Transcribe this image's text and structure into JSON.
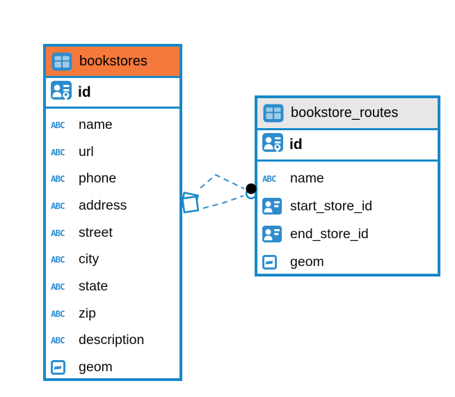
{
  "colors": {
    "table_border": "#1789ca",
    "accent_blue": "#2e8ccd",
    "bookstores_header": "#f5793b",
    "routes_header": "#e7e7e7",
    "relation_line": "#2f8fd1",
    "text": "#000000"
  },
  "icons": {
    "text_type_label": "ABC"
  },
  "tables": [
    {
      "title": "bookstores",
      "primary_key": "id",
      "columns": [
        {
          "label": "name",
          "type": "text"
        },
        {
          "label": "url",
          "type": "text"
        },
        {
          "label": "phone",
          "type": "text"
        },
        {
          "label": "address",
          "type": "text"
        },
        {
          "label": "street",
          "type": "text"
        },
        {
          "label": "city",
          "type": "text"
        },
        {
          "label": "state",
          "type": "text"
        },
        {
          "label": "zip",
          "type": "text"
        },
        {
          "label": "description",
          "type": "text"
        },
        {
          "label": "geom",
          "type": "geometry"
        }
      ]
    },
    {
      "title": "bookstore_routes",
      "primary_key": "id",
      "columns": [
        {
          "label": "name",
          "type": "text"
        },
        {
          "label": "start_store_id",
          "type": "reference"
        },
        {
          "label": "end_store_id",
          "type": "reference"
        },
        {
          "label": "geom",
          "type": "geometry"
        }
      ]
    }
  ],
  "relation": {
    "from_table": "bookstores",
    "to_table": "bookstore_routes",
    "line_style": "dashed",
    "from_endpoint": "stacked-squares",
    "to_endpoint": "dot"
  }
}
